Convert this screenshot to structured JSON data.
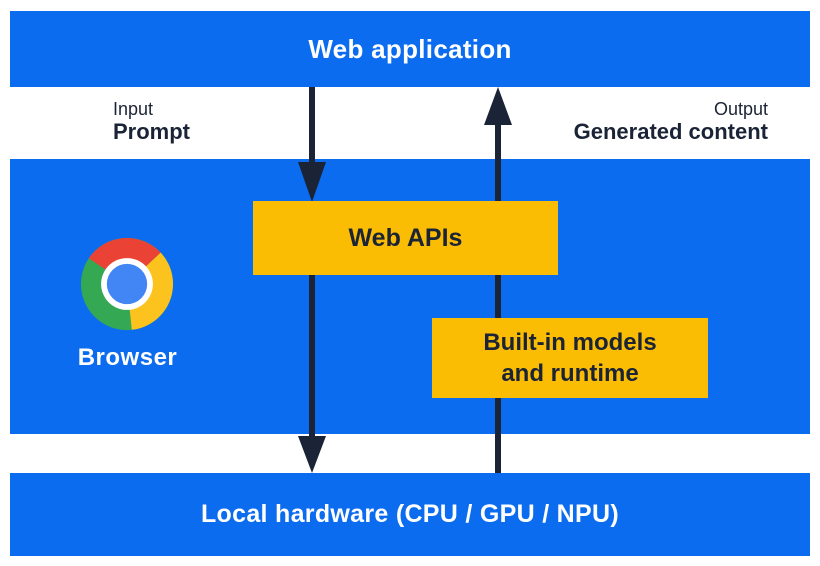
{
  "diagram": {
    "top_bar": {
      "label": "Web application"
    },
    "flow": {
      "input_caption": "Input",
      "input_label": "Prompt",
      "output_caption": "Output",
      "output_label": "Generated content"
    },
    "browser_section": {
      "icon": "chrome-browser-icon",
      "label": "Browser",
      "web_apis_box": {
        "label": "Web APIs"
      },
      "builtin_models_box": {
        "label_line1": "Built-in models",
        "label_line2": "and runtime"
      }
    },
    "bottom_bar": {
      "label": "Local hardware (CPU / GPU / NPU)"
    },
    "colors": {
      "band_blue": "#0b6cf0",
      "box_yellow": "#fbbc04",
      "arrow_dark_navy": "#1b2436",
      "text_white": "#ffffff",
      "chrome_red": "#ea4335",
      "chrome_green": "#34a853",
      "chrome_yellow": "#fcc21d",
      "chrome_blue": "#4285f4"
    }
  }
}
